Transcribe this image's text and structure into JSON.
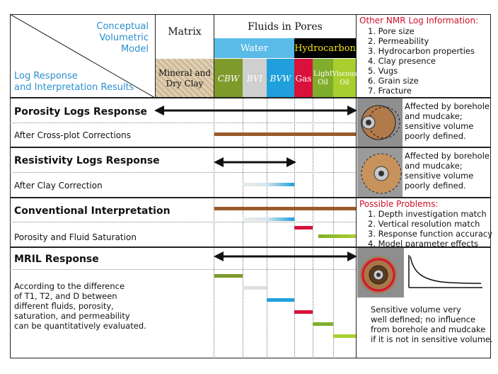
{
  "header": {
    "corner_top": [
      "Conceptual",
      "Volumetric",
      "Model"
    ],
    "corner_bottom": [
      "Log Response",
      "and Interpretation Results"
    ],
    "matrix_label": "Matrix",
    "fluids_label": "Fluids in Pores",
    "water_label": "Water",
    "hydrocarbon_label": "Hydrocarbon",
    "mineral_label": [
      "Mineral and",
      "Dry Clay"
    ],
    "cbw": "CBW",
    "bvi": "BVI",
    "bvw": "BVW",
    "gas": "Gas",
    "light_oil": [
      "Light",
      "Oil"
    ],
    "viscous_oil": [
      "Viscous",
      "Oil"
    ]
  },
  "nmr_info": {
    "title": "Other NMR Log Information:",
    "items": [
      "1. Pore size",
      "2. Permeability",
      "3. Hydrocarbon properties",
      "4. Clay presence",
      "5. Vugs",
      "6. Grain size",
      "7. Fracture"
    ]
  },
  "rows": {
    "porosity": {
      "title": "Porosity Logs Response",
      "sub": "After Cross-plot Corrections",
      "note": [
        "Affected by borehole",
        "and mudcake;",
        "sensitive volume",
        "poorly defined."
      ]
    },
    "resistivity": {
      "title": "Resistivity Logs Response",
      "sub": "After Clay Correction",
      "note": [
        "Affected by borehole",
        "and mudcake;",
        "sensitive volume",
        "poorly defined."
      ]
    },
    "conventional": {
      "title": "Conventional Interpretation",
      "sub": "Porosity and Fluid Saturation",
      "problems_title": "Possible Problems:",
      "problems": [
        "1. Depth investigation match",
        "2. Vertical resolution match",
        "3. Response function accuracy",
        "4. Model parameter effects"
      ]
    },
    "mril": {
      "title": "MRIL Response",
      "desc": [
        "According to the difference",
        "of T1, T2, and D between",
        "different fluids, porosity,",
        "saturation, and permeability",
        "can be quantitatively evaluated."
      ],
      "note": [
        "Sensitive volume very",
        "well defined; no influence",
        "from borehole and mudcake",
        "if it is not in sensitive volume."
      ]
    }
  },
  "colors": {
    "water": "#5bbbe8",
    "hydrocarbon": "#000000",
    "hydrocarbon_text": "#f2e51c",
    "cbw": "#7d9a2a",
    "bvi": "#cfcfcf",
    "bvw": "#1fa0dc",
    "gas": "#d8123a",
    "light_oil": "#7fae2c",
    "viscous_oil": "#a8cf2e",
    "brown_bar": "#9a5a2c",
    "accent_blue": "#2a8fd0",
    "accent_red": "#d0102a"
  }
}
